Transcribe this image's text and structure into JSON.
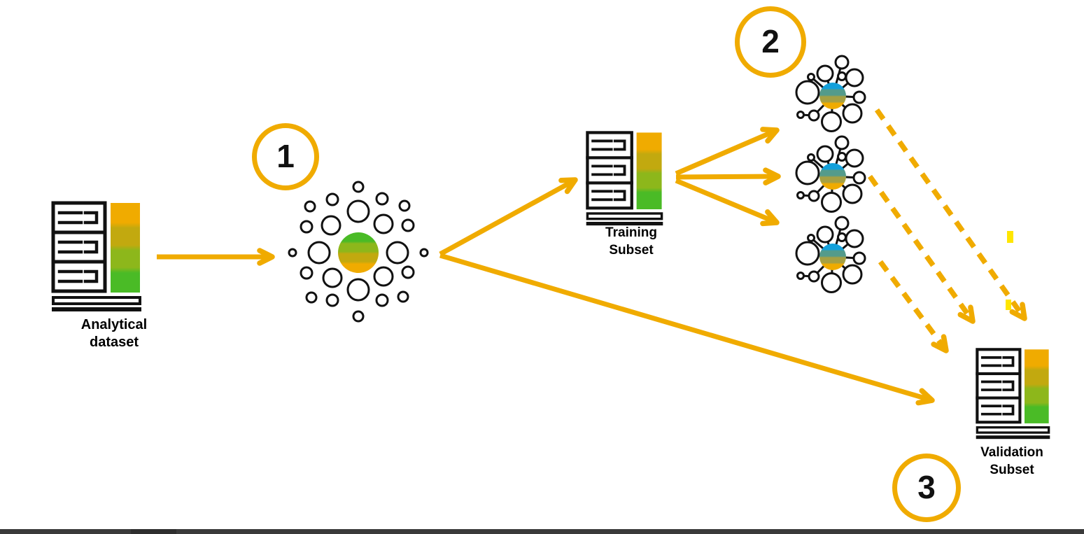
{
  "colors": {
    "accent": "#F0AB00",
    "highlight": "#FFE600",
    "outline": "#111111",
    "footer_bar": "#3A3A3A",
    "footer_bar_dark_segment": "#2E2E2E",
    "gradients": {
      "grad-dataset": [
        "#F0AB00",
        "#C2A90F",
        "#8DB71B",
        "#4ABB26"
      ],
      "grad-cluster": [
        "#4ABB26",
        "#8DB71B",
        "#C2A90F",
        "#F0AB00"
      ],
      "grad-model": [
        "#13A0DB",
        "#549B8B",
        "#A5A043",
        "#F0AB00"
      ]
    }
  },
  "steps": [
    {
      "label": "1"
    },
    {
      "label": "2"
    },
    {
      "label": "3"
    }
  ],
  "nodes": {
    "analytical": {
      "line1": "Analytical",
      "line2": "dataset",
      "icon": "database-icon"
    },
    "cluster": {
      "icon": "clustering-icon"
    },
    "training": {
      "line1": "Training",
      "line2": "Subset",
      "icon": "database-icon"
    },
    "models": {
      "icon": "ml-model-icon",
      "count": 3
    },
    "validation": {
      "line1": "Validation",
      "line2": "Subset",
      "icon": "database-icon"
    }
  }
}
